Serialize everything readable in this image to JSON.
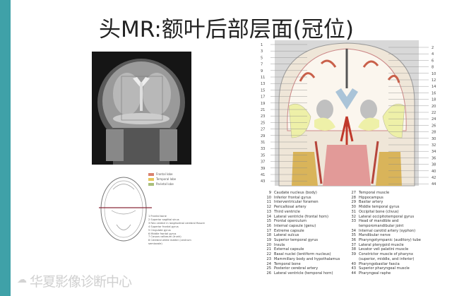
{
  "slide": {
    "title": "头MR:额叶后部层面(冠位)",
    "accent_color": "#3fa1a8"
  },
  "legend": [
    {
      "label": "Frontal lobe",
      "color": "#d9826e"
    },
    {
      "label": "Temporal lobe",
      "color": "#e6c75a"
    },
    {
      "label": "Parietal lobe",
      "color": "#a9bf7a"
    }
  ],
  "left_key": [
    "1 Frontal bone",
    "2 Superior sagittal sinus",
    "3 Falx cerebri in longitudinal cerebral fissure",
    "4 Superior frontal gyrus",
    "5 Cingulate gyrus",
    "6 Middle frontal gyrus",
    "7 Corpus callosum (trunk)",
    "8 Cerebral white matter (centrum semiovale)"
  ],
  "labels_left": [
    "1",
    "3",
    "5",
    "7",
    "9",
    "11",
    "13",
    "15",
    "17",
    "19",
    "21",
    "23",
    "25",
    "27",
    "29",
    "31",
    "33",
    "35",
    "37",
    "39",
    "41",
    "43"
  ],
  "labels_right": [
    "2",
    "4",
    "6",
    "8",
    "10",
    "12",
    "14",
    "16",
    "18",
    "20",
    "22",
    "24",
    "26",
    "28",
    "30",
    "32",
    "34",
    "36",
    "38",
    "40",
    "42",
    "44"
  ],
  "key_col1": [
    {
      "n": "9",
      "t": "Caudate nucleus (body)"
    },
    {
      "n": "10",
      "t": "Inferior frontal gyrus"
    },
    {
      "n": "11",
      "t": "Interventricular foramen"
    },
    {
      "n": "12",
      "t": "Pericallosal artery"
    },
    {
      "n": "13",
      "t": "Third ventricle"
    },
    {
      "n": "14",
      "t": "Lateral ventricle (frontal horn)"
    },
    {
      "n": "15",
      "t": "Frontal operculum"
    },
    {
      "n": "16",
      "t": "Internal capsule (genu)"
    },
    {
      "n": "17",
      "t": "Extreme capsule"
    },
    {
      "n": "18",
      "t": "Lateral sulcus"
    },
    {
      "n": "19",
      "t": "Superior temporal gyrus"
    },
    {
      "n": "20",
      "t": "Insula"
    },
    {
      "n": "21",
      "t": "External capsule"
    },
    {
      "n": "22",
      "t": "Basal nuclei (lentiform nucleus)"
    },
    {
      "n": "23",
      "t": "Mammillary body and hypothalamus"
    },
    {
      "n": "24",
      "t": "Temporal bone"
    },
    {
      "n": "25",
      "t": "Posterior cerebral artery"
    },
    {
      "n": "26",
      "t": "Lateral ventricle (temporal horn)"
    }
  ],
  "key_col2": [
    {
      "n": "27",
      "t": "Temporal muscle"
    },
    {
      "n": "28",
      "t": "Hippocampus"
    },
    {
      "n": "29",
      "t": "Basilar artery"
    },
    {
      "n": "30",
      "t": "Middle temporal gyrus"
    },
    {
      "n": "31",
      "t": "Occipital bone (clivus)"
    },
    {
      "n": "32",
      "t": "Lateral occipitotemporal gyrus"
    },
    {
      "n": "33",
      "t": "Head of mandible and temporomandibular joint"
    },
    {
      "n": "34",
      "t": "Internal carotid artery (syphon)"
    },
    {
      "n": "35",
      "t": "Mandibular nerve"
    },
    {
      "n": "36",
      "t": "Pharyngotympanic (auditory) tube"
    },
    {
      "n": "37",
      "t": "Lateral pterygoid muscle"
    },
    {
      "n": "38",
      "t": "Levator veli palatini muscle"
    },
    {
      "n": "39",
      "t": "Constrictor muscle of pharynx (superior, middle, and inferior)"
    },
    {
      "n": "40",
      "t": "Pharyngobasilar fascia"
    },
    {
      "n": "43",
      "t": "Superior pharyngeal muscle"
    },
    {
      "n": "44",
      "t": "Pharyngeal raphe"
    }
  ],
  "watermark": "华夏影像诊断中心"
}
